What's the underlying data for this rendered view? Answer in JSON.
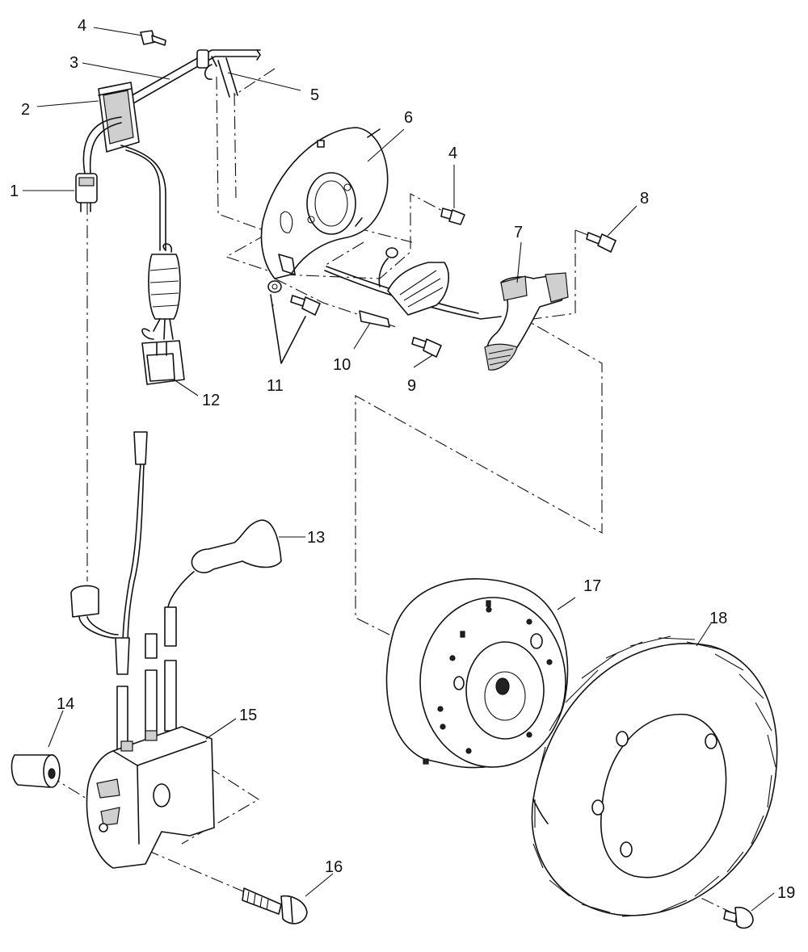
{
  "callouts": [
    {
      "id": "c1",
      "label": "1"
    },
    {
      "id": "c2",
      "label": "2"
    },
    {
      "id": "c3",
      "label": "3"
    },
    {
      "id": "c4a",
      "label": "4"
    },
    {
      "id": "c4b",
      "label": "4"
    },
    {
      "id": "c5",
      "label": "5"
    },
    {
      "id": "c6",
      "label": "6"
    },
    {
      "id": "c7",
      "label": "7"
    },
    {
      "id": "c8",
      "label": "8"
    },
    {
      "id": "c9",
      "label": "9"
    },
    {
      "id": "c10",
      "label": "10"
    },
    {
      "id": "c11",
      "label": "11"
    },
    {
      "id": "c12",
      "label": "12"
    },
    {
      "id": "c13",
      "label": "13"
    },
    {
      "id": "c14",
      "label": "14"
    },
    {
      "id": "c15",
      "label": "15"
    },
    {
      "id": "c16",
      "label": "16"
    },
    {
      "id": "c17",
      "label": "17"
    },
    {
      "id": "c18",
      "label": "18"
    },
    {
      "id": "c19",
      "label": "19"
    }
  ]
}
